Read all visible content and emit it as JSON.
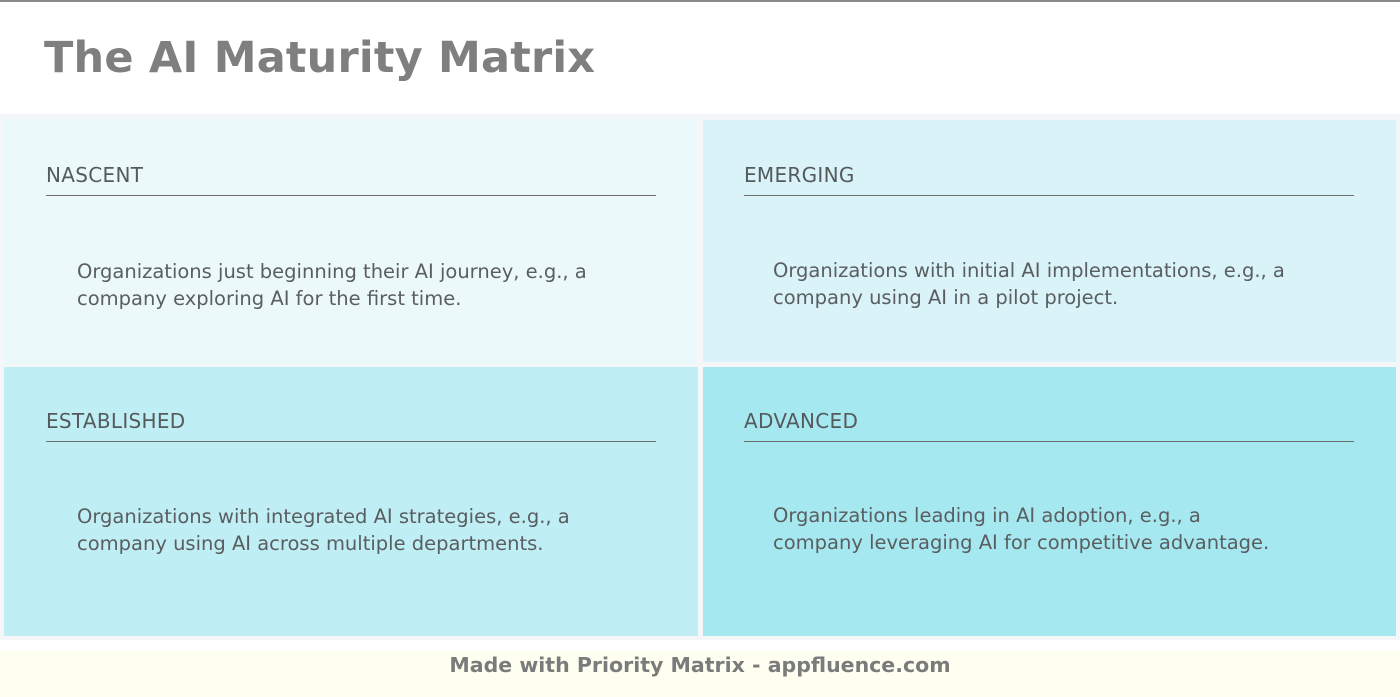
{
  "header": {
    "title": "The AI Maturity Matrix"
  },
  "matrix": {
    "quadrants": [
      {
        "id": "nascent",
        "label": "NASCENT",
        "description": "Organizations just beginning their AI journey, e.g., a company exploring AI for the first time.",
        "background": "#ecf9fb"
      },
      {
        "id": "emerging",
        "label": "EMERGING",
        "description": "Organizations with initial AI implementations, e.g., a company using AI in a pilot project.",
        "background": "#d9f3f8"
      },
      {
        "id": "established",
        "label": "ESTABLISHED",
        "description": "Organizations with integrated AI strategies, e.g., a company using AI across multiple departments.",
        "background": "#bfeef4"
      },
      {
        "id": "advanced",
        "label": "ADVANCED",
        "description": "Organizations leading in AI adoption, e.g., a company leveraging AI for competitive advantage.",
        "background": "#a6e8f0"
      }
    ]
  },
  "footer": {
    "text": "Made with Priority Matrix - appfluence.com"
  },
  "colors": {
    "title": "#7f7f7f",
    "text": "#5a5e60",
    "grid_gap": "#f4f6f7",
    "footer_bg": "#fefff0"
  }
}
